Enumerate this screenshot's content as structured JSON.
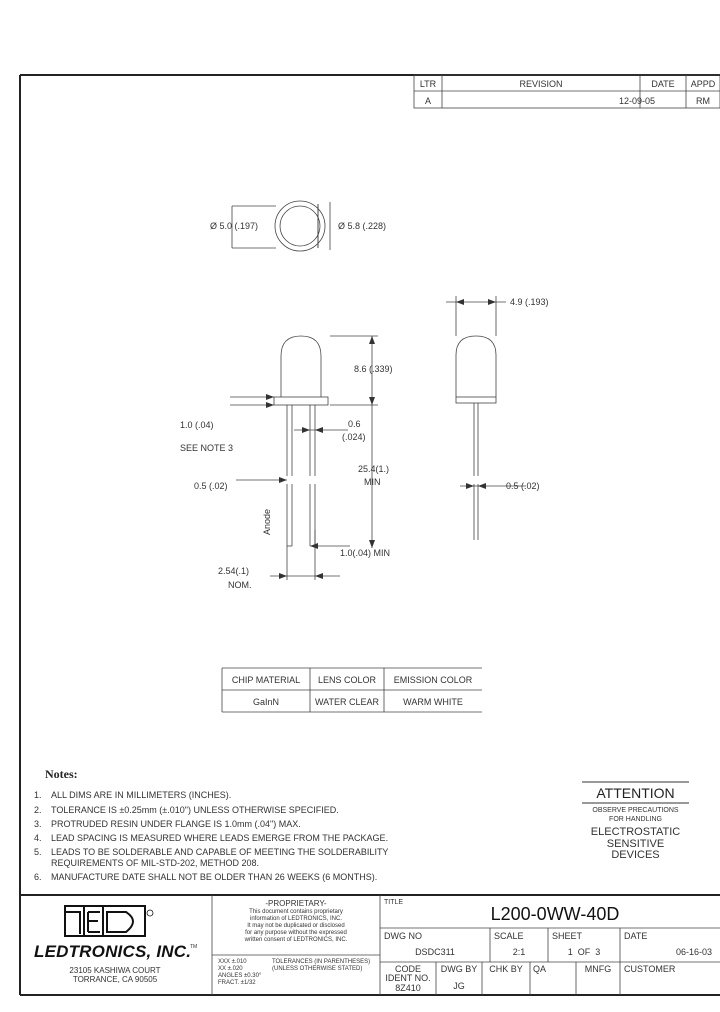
{
  "revision_block": {
    "headers": [
      "LTR",
      "REVISION",
      "DATE",
      "APPD"
    ],
    "row": {
      "ltr": "A",
      "revision": "",
      "date": "12-09-05",
      "appd": "RM"
    }
  },
  "dimensions": {
    "dia_body": "Ø 5.0 (.197)",
    "dia_flange": "Ø 5.8 (.228)",
    "side_width": "4.9 (.193)",
    "body_height": "8.6 (.339)",
    "flange_thk": "1.0 (.04)",
    "see_note": "SEE NOTE 3",
    "lead_gap_1": "0.6",
    "lead_gap_2": "(.024)",
    "lead_len_1": "25.4(1.)",
    "lead_len_2": "MIN",
    "lead_w_left": "0.5 (.02)",
    "lead_w_right": "0.5 (.02)",
    "anode": "Anode",
    "bend": "1.0(.04) MIN",
    "spacing_1": "2.54(.1)",
    "spacing_2": "NOM."
  },
  "spec_table": {
    "headers": [
      "CHIP MATERIAL",
      "LENS COLOR",
      "EMISSION COLOR"
    ],
    "values": [
      "GaInN",
      "WATER CLEAR",
      "WARM WHITE"
    ]
  },
  "notes": {
    "title": "Notes:",
    "items": [
      {
        "n": "1.",
        "text": "ALL DIMS ARE IN MILLIMETERS (INCHES)."
      },
      {
        "n": "2.",
        "text": "TOLERANCE IS ±0.25mm (±.010\") UNLESS OTHERWISE SPECIFIED."
      },
      {
        "n": "3.",
        "text": "PROTRUDED RESIN UNDER FLANGE IS 1.0mm (.04\") MAX."
      },
      {
        "n": "4.",
        "text": "LEAD SPACING IS MEASURED WHERE LEADS EMERGE FROM THE PACKAGE."
      },
      {
        "n": "5.",
        "text": "LEADS TO BE SOLDERABLE AND CAPABLE OF MEETING THE SOLDERABILITY\nREQUIREMENTS OF MIL-STD-202, METHOD 208."
      },
      {
        "n": "6.",
        "text": "MANUFACTURE DATE SHALL NOT BE OLDER THAN 26 WEEKS (6 MONTHS)."
      }
    ]
  },
  "attention": {
    "title": "ATTENTION",
    "line1": "OBSERVE PRECAUTIONS",
    "line2": "FOR HANDLING",
    "line3": "ELECTROSTATIC",
    "line4": "SENSITIVE",
    "line5": "DEVICES"
  },
  "title_block": {
    "company": "LEDTRONICS, INC.",
    "tm": "TM",
    "address1": "23105 KASHIWA COURT",
    "address2": "TORRANCE, CA 90505",
    "proprietary_title": "-PROPRIETARY-",
    "proprietary_1": "This document contains proprietary",
    "proprietary_2": "information of LEDTRONICS, INC.",
    "proprietary_3": "It may not be duplicated or disclosed",
    "proprietary_4": "for any purpose without the expressed",
    "proprietary_5": "written consent of LEDTRONICS, INC.",
    "tol_1": "XXX ±.010",
    "tol_2": "XX ±.020",
    "tol_3": "ANGLES ±0.30°",
    "tol_4": "FRACT. ±1/32",
    "tol_note_1": "TOLERANCES (IN PARENTHESES)",
    "tol_note_2": "(UNLESS OTHERWISE STATED)",
    "title_label": "TITLE",
    "title_value": "L200-0WW-40D",
    "dwg_no_label": "DWG NO",
    "dwg_no_value": "DSDC311",
    "scale_label": "SCALE",
    "scale_value": "2:1",
    "sheet_label": "SHEET",
    "sheet_value": "1  OF  3",
    "date_label": "DATE",
    "date_value": "06-16-03",
    "code_label_1": "CODE",
    "code_label_2": "IDENT NO.",
    "code_value": "8Z410",
    "dwg_by_label": "DWG BY",
    "dwg_by_value": "JG",
    "chk_by_label": "CHK BY",
    "qa_label": "QA",
    "mnfg_label": "MNFG",
    "customer_label": "CUSTOMER"
  }
}
